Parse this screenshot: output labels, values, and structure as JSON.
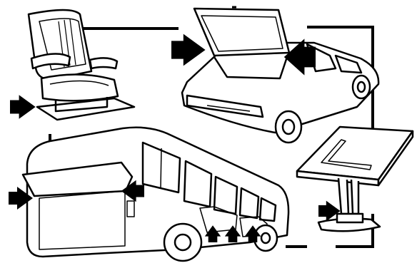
{
  "illustration": {
    "style": "black line art on white",
    "ink_color": "#000000",
    "paper_color": "#ffffff",
    "objects": [
      {
        "name": "seat",
        "arrow_icons": [
          "arrow-right-icon"
        ]
      },
      {
        "name": "hatchback-car",
        "arrow_icons": [
          "arrow-right-icon",
          "arrow-left-icon"
        ]
      },
      {
        "name": "bus",
        "arrow_icons": [
          "arrow-right-icon",
          "arrow-left-icon",
          "arrow-up-icon",
          "arrow-up-icon",
          "arrow-up-icon"
        ]
      },
      {
        "name": "drafting-table",
        "arrow_icons": [
          "arrow-right-icon"
        ]
      }
    ]
  }
}
